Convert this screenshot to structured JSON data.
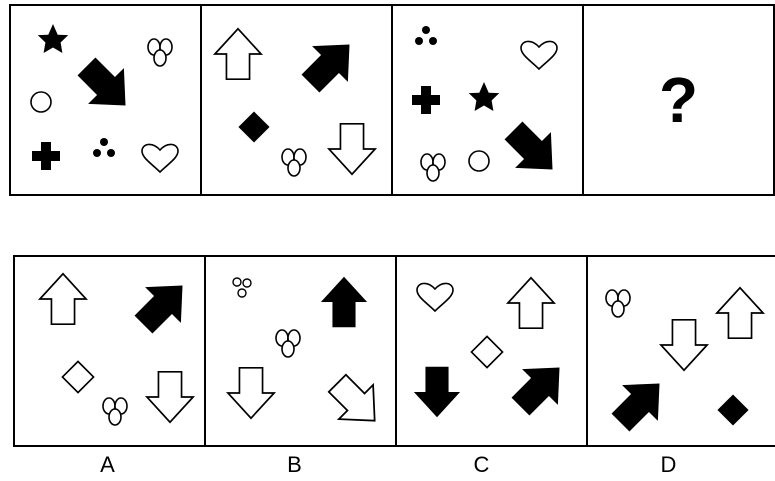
{
  "question": {
    "panels": [
      {
        "items": [
          "star-solid",
          "arrow-solid-down-right",
          "trefoil-outline",
          "circle-outline",
          "plus-solid",
          "dots-solid",
          "heart-outline"
        ]
      },
      {
        "items": [
          "arrow-outline-up",
          "arrow-solid-up-right",
          "diamond-solid",
          "trefoil-outline",
          "arrow-outline-down"
        ]
      },
      {
        "items": [
          "dots-solid",
          "heart-outline",
          "plus-solid",
          "star-solid",
          "arrow-solid-down-right",
          "trefoil-outline",
          "circle-outline"
        ]
      }
    ],
    "unknown_mark": "?"
  },
  "options": [
    {
      "label": "A",
      "items": [
        "arrow-outline-up",
        "arrow-solid-up-right",
        "diamond-outline",
        "trefoil-outline",
        "arrow-outline-down"
      ]
    },
    {
      "label": "B",
      "items": [
        "dots-outline",
        "arrow-solid-up",
        "trefoil-outline",
        "arrow-outline-down",
        "arrow-outline-down-right"
      ]
    },
    {
      "label": "C",
      "items": [
        "heart-outline",
        "arrow-outline-up",
        "diamond-outline",
        "arrow-solid-down",
        "arrow-solid-up-right"
      ]
    },
    {
      "label": "D",
      "items": [
        "trefoil-outline",
        "arrow-outline-up",
        "arrow-outline-down",
        "arrow-solid-up-right",
        "diamond-solid"
      ]
    }
  ]
}
